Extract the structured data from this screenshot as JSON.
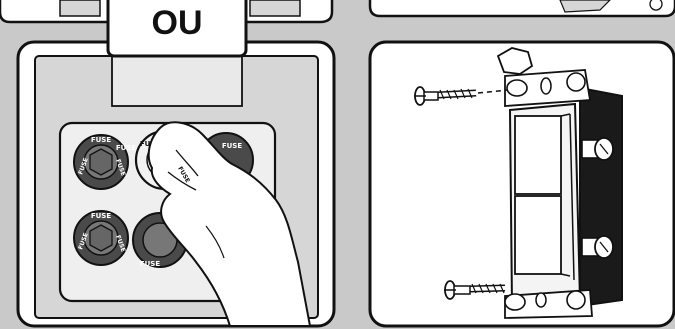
{
  "badge": {
    "text": "OU"
  },
  "fuse_label": "FUSE",
  "colors": {
    "background": "#c9c9c9",
    "panel_fill": "#ffffff",
    "outline": "#111111",
    "box_fill": "#d6d6d6",
    "inner_plate": "#efefef",
    "fuse_dark": "#4a4a4a",
    "fuse_light": "#f2f2f2"
  },
  "left_panel": {
    "description_icon": "fuse-box-icon",
    "fuse_labels": [
      "FUSE",
      "FUSE",
      "FUSE",
      "FUSE",
      "FUSE",
      "FUSE"
    ]
  },
  "right_panel": {
    "description_icon": "light-switch-icon"
  }
}
